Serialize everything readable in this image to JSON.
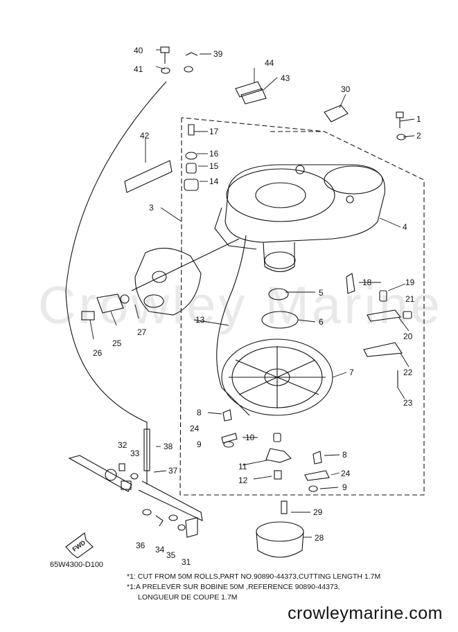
{
  "diagram_code": "65W4300-D100",
  "fwd_label": "FWD",
  "watermark": "Crowley Marine",
  "brand": "crowleymarine.com",
  "notes": [
    "*1: CUT FROM 50M ROLLS,PART NO.90890-44373,CUTTING LENGTH 1.7M",
    "*1:A PRELEVER SUR BOBINE 50M ,REFERENCE 90890-44373,",
    "LONGUEUR DE COUPE 1.7M"
  ],
  "callouts": [
    "1",
    "2",
    "3",
    "4",
    "5",
    "6",
    "7",
    "8",
    "8",
    "9",
    "9",
    "10",
    "11",
    "12",
    "13",
    "14",
    "15",
    "16",
    "17",
    "18",
    "19",
    "20",
    "21",
    "22",
    "23",
    "24",
    "24",
    "25",
    "26",
    "27",
    "28",
    "29",
    "30",
    "31",
    "32",
    "33",
    "34",
    "35",
    "36",
    "37",
    "38",
    "39",
    "40",
    "41",
    "42",
    "43",
    "44"
  ]
}
